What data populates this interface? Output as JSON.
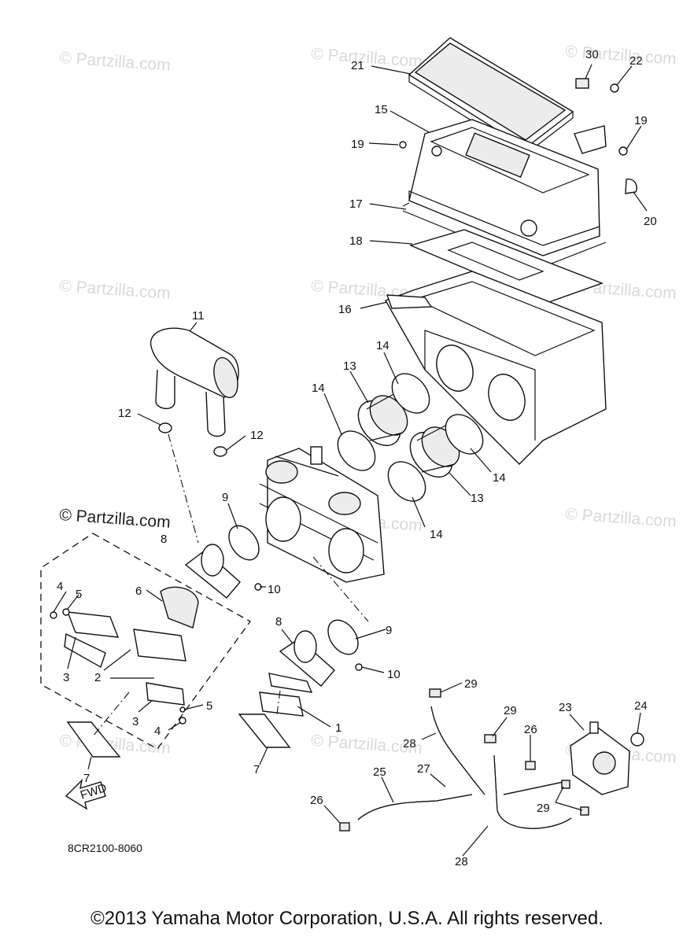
{
  "watermark": "© Partzilla.com",
  "diagram_code": "8CR2100-8060",
  "fwd_label": "FWD",
  "copyright": "©2013  Yamaha Motor Corporation, U.S.A. All rights reserved.",
  "callouts": [
    "1",
    "2",
    "3",
    "3",
    "4",
    "4",
    "5",
    "5",
    "6",
    "7",
    "7",
    "8",
    "8",
    "9",
    "9",
    "10",
    "10",
    "11",
    "12",
    "12",
    "13",
    "13",
    "14",
    "14",
    "14",
    "14",
    "15",
    "16",
    "17",
    "18",
    "19",
    "19",
    "20",
    "21",
    "22",
    "23",
    "24",
    "25",
    "26",
    "26",
    "27",
    "28",
    "28",
    "29",
    "29",
    "29",
    "30"
  ]
}
